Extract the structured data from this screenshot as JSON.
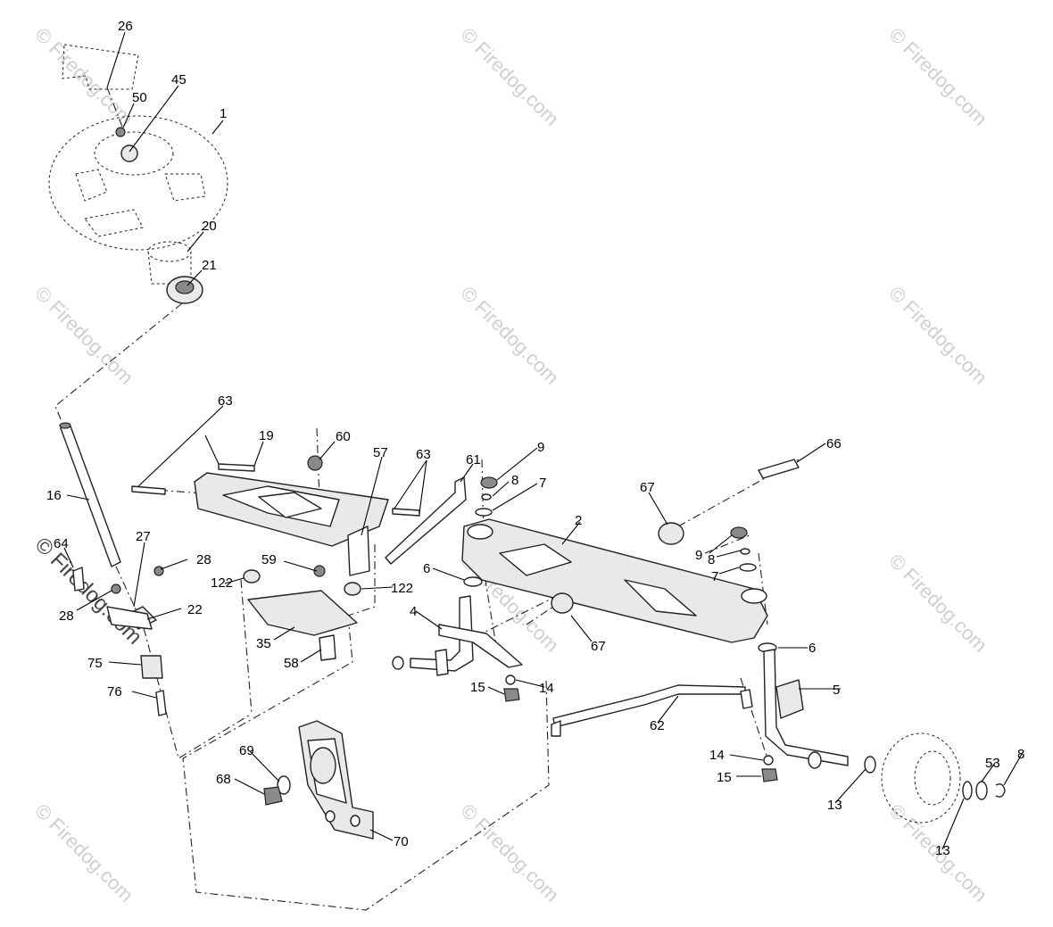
{
  "watermark": {
    "text": "© Firedog.com",
    "prominent_text": "© Firedog.com",
    "color": "#cfcfcf"
  },
  "callouts": [
    {
      "id": "c26",
      "label": "26"
    },
    {
      "id": "c45",
      "label": "45"
    },
    {
      "id": "c50",
      "label": "50"
    },
    {
      "id": "c1",
      "label": "1"
    },
    {
      "id": "c20",
      "label": "20"
    },
    {
      "id": "c21",
      "label": "21"
    },
    {
      "id": "c16",
      "label": "16"
    },
    {
      "id": "c64",
      "label": "64"
    },
    {
      "id": "c27",
      "label": "27"
    },
    {
      "id": "c28a",
      "label": "28"
    },
    {
      "id": "c28b",
      "label": "28"
    },
    {
      "id": "c22",
      "label": "22"
    },
    {
      "id": "c75",
      "label": "75"
    },
    {
      "id": "c76",
      "label": "76"
    },
    {
      "id": "c63a",
      "label": "63"
    },
    {
      "id": "c19",
      "label": "19"
    },
    {
      "id": "c60",
      "label": "60"
    },
    {
      "id": "c57",
      "label": "57"
    },
    {
      "id": "c63b",
      "label": "63"
    },
    {
      "id": "c59",
      "label": "59"
    },
    {
      "id": "c122a",
      "label": "122"
    },
    {
      "id": "c122b",
      "label": "122"
    },
    {
      "id": "c35",
      "label": "35"
    },
    {
      "id": "c58",
      "label": "58"
    },
    {
      "id": "c61",
      "label": "61"
    },
    {
      "id": "c9a",
      "label": "9"
    },
    {
      "id": "c8a",
      "label": "8"
    },
    {
      "id": "c7a",
      "label": "7"
    },
    {
      "id": "c2",
      "label": "2"
    },
    {
      "id": "c67a",
      "label": "67"
    },
    {
      "id": "c66",
      "label": "66"
    },
    {
      "id": "c9b",
      "label": "9"
    },
    {
      "id": "c8b",
      "label": "8"
    },
    {
      "id": "c7b",
      "label": "7"
    },
    {
      "id": "c6a",
      "label": "6"
    },
    {
      "id": "c4",
      "label": "4"
    },
    {
      "id": "c67b",
      "label": "67"
    },
    {
      "id": "c6b",
      "label": "6"
    },
    {
      "id": "c5",
      "label": "5"
    },
    {
      "id": "c15a",
      "label": "15"
    },
    {
      "id": "c14a",
      "label": "14"
    },
    {
      "id": "c62",
      "label": "62"
    },
    {
      "id": "c14b",
      "label": "14"
    },
    {
      "id": "c15b",
      "label": "15"
    },
    {
      "id": "c13a",
      "label": "13"
    },
    {
      "id": "c13b",
      "label": "13"
    },
    {
      "id": "c53",
      "label": "53"
    },
    {
      "id": "c8c",
      "label": "8"
    },
    {
      "id": "c69",
      "label": "69"
    },
    {
      "id": "c68",
      "label": "68"
    },
    {
      "id": "c70",
      "label": "70"
    }
  ]
}
